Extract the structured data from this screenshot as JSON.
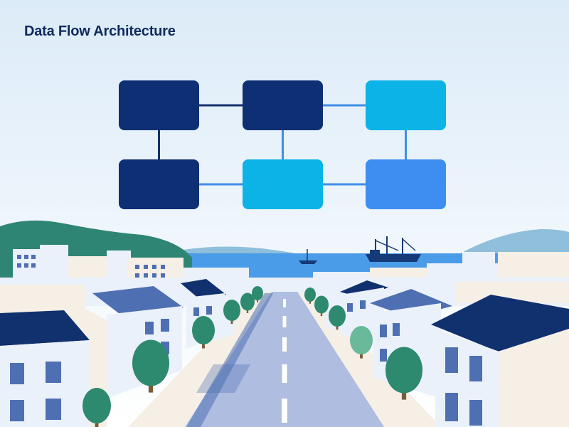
{
  "header": {
    "title": "Data Flow Architecture"
  },
  "diagram": {
    "nodes": [
      {
        "id": "r1c1",
        "row": 1,
        "col": 1,
        "color": "#0e2f73"
      },
      {
        "id": "r1c2",
        "row": 1,
        "col": 2,
        "color": "#0e2f73"
      },
      {
        "id": "r1c3",
        "row": 1,
        "col": 3,
        "color": "#0bb3e6"
      },
      {
        "id": "r2c1",
        "row": 2,
        "col": 1,
        "color": "#0e2f73"
      },
      {
        "id": "r2c2",
        "row": 2,
        "col": 2,
        "color": "#0bb3e6"
      },
      {
        "id": "r2c3",
        "row": 2,
        "col": 3,
        "color": "#3d8ef0"
      }
    ],
    "edges": [
      {
        "from": "r1c1",
        "to": "r1c2",
        "color": "#13326e"
      },
      {
        "from": "r1c2",
        "to": "r1c3",
        "color": "#3f8ee6"
      },
      {
        "from": "r1c1",
        "to": "r2c1",
        "color": "#13326e"
      },
      {
        "from": "r1c2",
        "to": "r2c2",
        "color": "#3f8ee6"
      },
      {
        "from": "r1c3",
        "to": "r2c3",
        "color": "#3f8ee6"
      },
      {
        "from": "r2c1",
        "to": "r2c2",
        "color": "#3f8ee6"
      },
      {
        "from": "r2c2",
        "to": "r2c3",
        "color": "#3f8ee6"
      }
    ]
  },
  "colors": {
    "title": "#0f2a5c",
    "sky_top": "#dcebf8",
    "sky_bottom": "#ffffff",
    "sea": "#4a9be8",
    "hills": "#2f8574",
    "mountain": "#8fbfda",
    "road": "#aebde0",
    "ship": "#143a78",
    "roof_dark": "#10306e",
    "roof_mid": "#4f6fb3",
    "building_light": "#eaf1fa",
    "building_cream": "#f5efe6",
    "tree_dark": "#2e8a6e",
    "tree_light": "#6ab99a",
    "trunk": "#7a5a3a"
  }
}
